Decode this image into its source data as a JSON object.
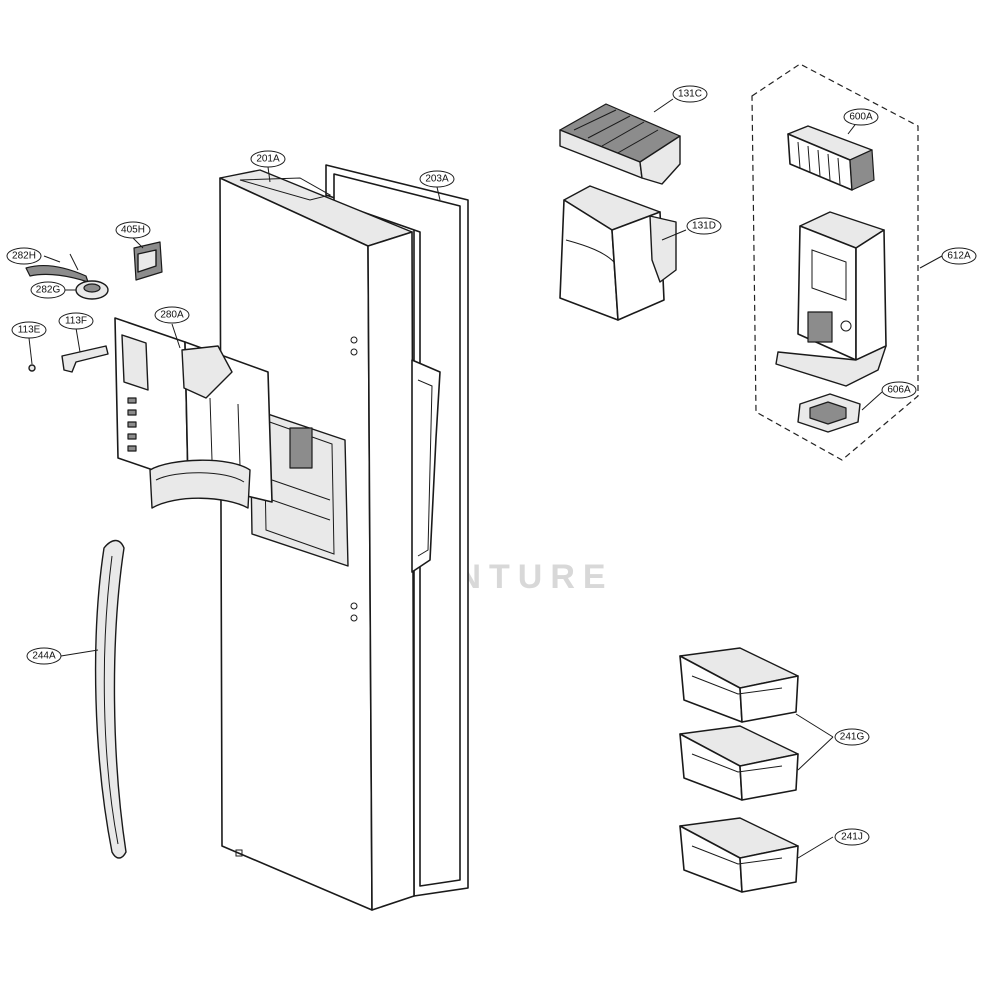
{
  "diagram": {
    "callouts": [
      {
        "id": "201A",
        "label": "201A"
      },
      {
        "id": "203A",
        "label": "203A"
      },
      {
        "id": "405H",
        "label": "405H"
      },
      {
        "id": "282H",
        "label": "282H"
      },
      {
        "id": "282G",
        "label": "282G"
      },
      {
        "id": "113E",
        "label": "113E"
      },
      {
        "id": "113F",
        "label": "113F"
      },
      {
        "id": "280A",
        "label": "280A"
      },
      {
        "id": "244A",
        "label": "244A"
      },
      {
        "id": "131C",
        "label": "131C"
      },
      {
        "id": "131D",
        "label": "131D"
      },
      {
        "id": "600A",
        "label": "600A"
      },
      {
        "id": "612A",
        "label": "612A"
      },
      {
        "id": "606A",
        "label": "606A"
      },
      {
        "id": "241G",
        "label": "241G"
      },
      {
        "id": "241J",
        "label": "241J"
      }
    ],
    "watermark": "ADVENTURE"
  }
}
